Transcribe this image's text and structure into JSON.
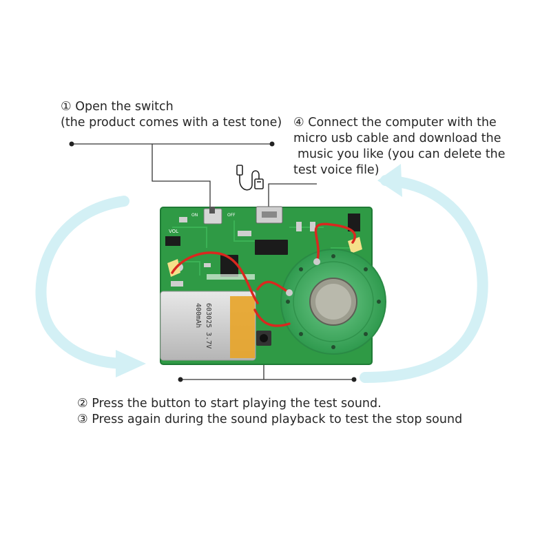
{
  "steps": {
    "step1": {
      "line1": "① Open the switch",
      "line2": "(the product comes with a test tone)"
    },
    "step4": {
      "line1": "④ Connect the computer with the",
      "line2": "micro usb cable and download the",
      "line3": "music you like (you can delete the",
      "line4": "test voice file)"
    },
    "step2": "② Press the button to start playing the test sound.",
    "step3": "③ Press again during the sound playback to test the stop sound"
  },
  "board": {
    "switch_label_on": "ON",
    "switch_label_off": "OFF",
    "vol_label": "VOL",
    "battery_text_1": "603025 3.7V",
    "battery_text_2": "400mAh"
  },
  "colors": {
    "pcb": "#2f9a45",
    "pcb_dark": "#1f7a35",
    "speaker": "#3aa85a",
    "battery": "#c9c9c9",
    "tape": "#e8a428",
    "wire": "#d9281f",
    "arrow": "#c9ecf2",
    "line": "#333333"
  },
  "icons": [
    "usb-cable-icon"
  ]
}
